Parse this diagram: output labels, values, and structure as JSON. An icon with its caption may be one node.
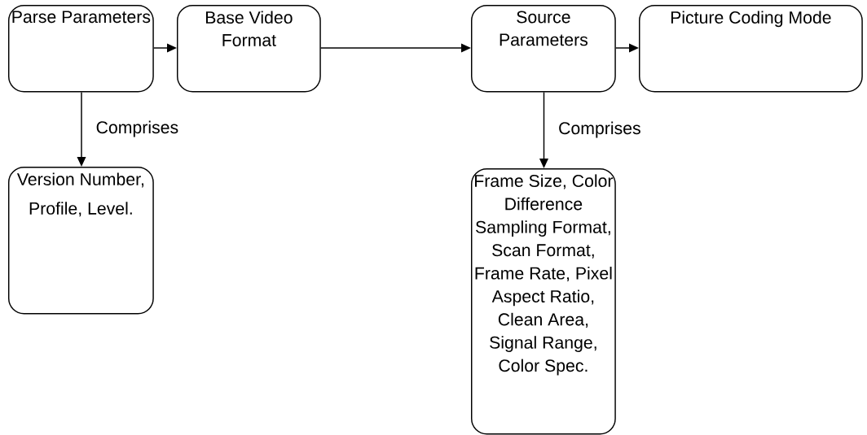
{
  "diagram": {
    "nodes": [
      {
        "text": [
          "Parse Parameters"
        ]
      },
      {
        "text": [
          "Base Video Format"
        ]
      },
      {
        "text": [
          "Source Parameters"
        ]
      },
      {
        "text": [
          "Picture Coding Mode"
        ]
      },
      {
        "text": [
          "Version Number, Profile, Level."
        ]
      },
      {
        "text": [
          "Frame Size, Color Difference Sampling Format, Scan Format, Frame Rate, Pixel Aspect Ratio, Clean Area, Signal Range, Color Spec."
        ]
      }
    ],
    "edges": [
      {
        "from": 0,
        "to": 1,
        "arrow": "to"
      },
      {
        "from": 1,
        "to": 2,
        "arrow": "to"
      },
      {
        "from": 2,
        "to": 3,
        "arrow": "to"
      },
      {
        "from": 0,
        "to": 4,
        "arrow": "to",
        "label": "Comprises"
      },
      {
        "from": 2,
        "to": 5,
        "arrow": "to",
        "label": "Comprises"
      }
    ]
  }
}
